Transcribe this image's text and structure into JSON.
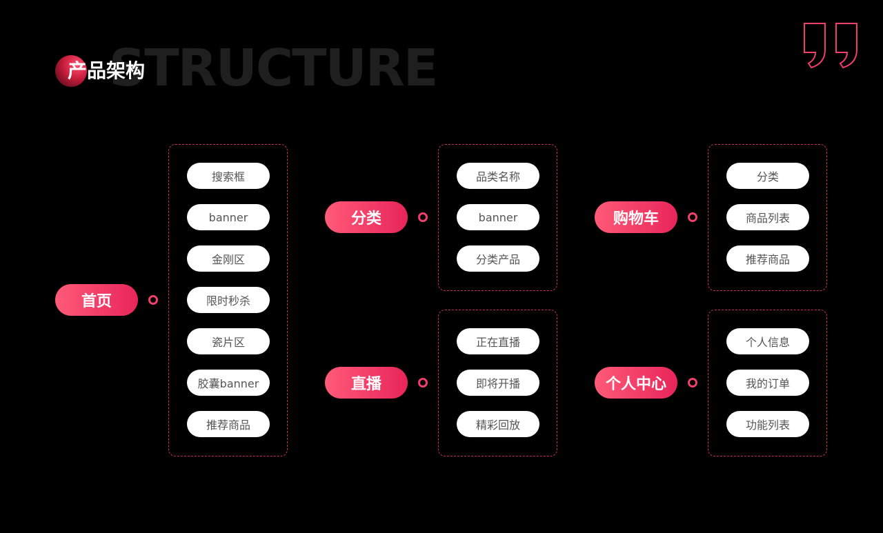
{
  "header": {
    "title": "产品架构",
    "bg_word": "STRUCTURE"
  },
  "accent_color": "#f23e6b",
  "quote_icon": "closing-quote-icon",
  "groups": [
    {
      "label": "首页",
      "items": [
        "搜索框",
        "banner",
        "金刚区",
        "限时秒杀",
        "瓷片区",
        "胶囊banner",
        "推荐商品"
      ]
    },
    {
      "label": "分类",
      "items": [
        "品类名称",
        "banner",
        "分类产品"
      ]
    },
    {
      "label": "直播",
      "items": [
        "正在直播",
        "即将开播",
        "精彩回放"
      ]
    },
    {
      "label": "购物车",
      "items": [
        "分类",
        "商品列表",
        "推荐商品"
      ]
    },
    {
      "label": "个人中心",
      "items": [
        "个人信息",
        "我的订单",
        "功能列表"
      ]
    }
  ]
}
